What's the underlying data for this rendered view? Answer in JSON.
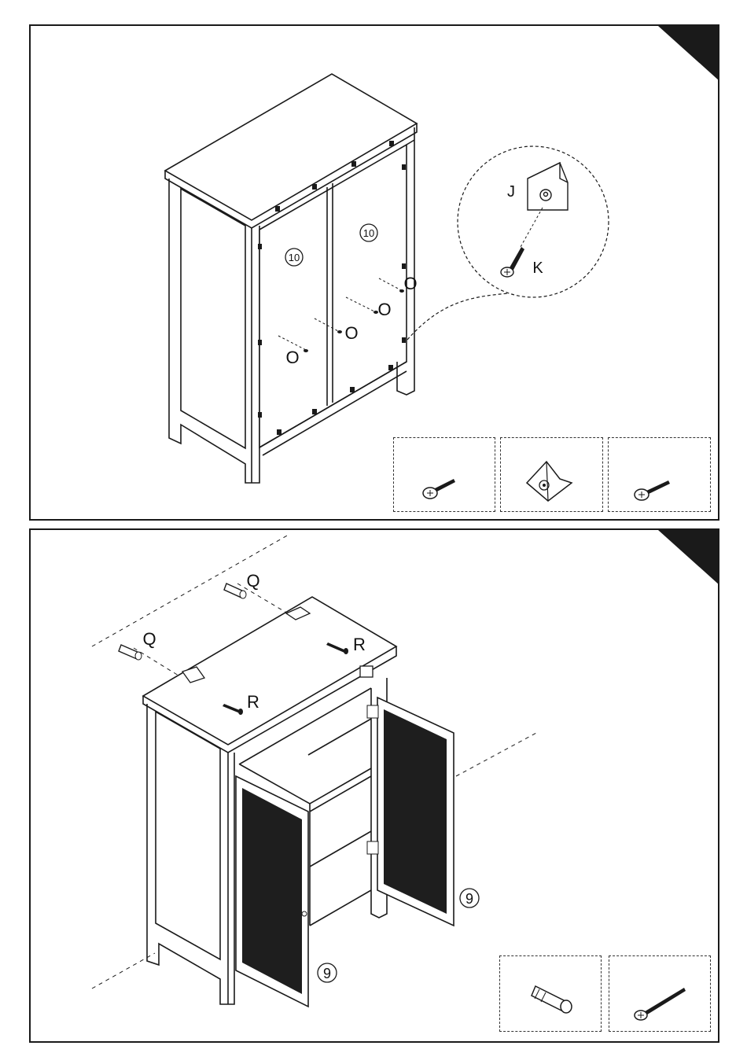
{
  "step1": {
    "part_labels": {
      "panel_left": "10",
      "panel_right": "10",
      "screw_1": "O",
      "screw_2": "O",
      "screw_3": "O",
      "screw_4": "O",
      "bracket": "J",
      "bracket_screw": "K"
    }
  },
  "step2": {
    "part_labels": {
      "anchor_left": "Q",
      "anchor_right": "Q",
      "screw_left": "R",
      "screw_right": "R",
      "door_left": "9",
      "door_right": "9"
    }
  },
  "colors": {
    "line": "#1a1a1a",
    "mesh": "#1e1e1e",
    "corner": "#1a1a1a"
  }
}
